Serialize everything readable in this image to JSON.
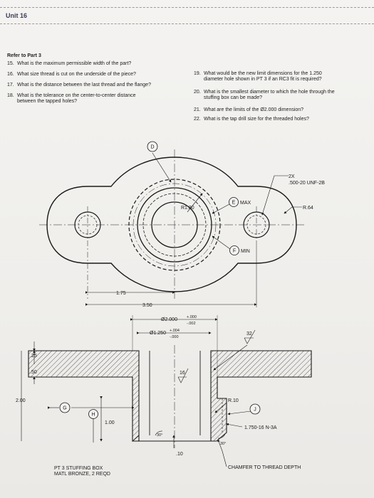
{
  "unit_title": "Unit 16",
  "refer": "Refer to Part 3",
  "questions_left": [
    {
      "num": "15.",
      "text": "What is the maximum permissible width of the part?",
      "cont": ""
    },
    {
      "num": "16.",
      "text": "What size thread is cut on the underside of the piece?",
      "cont": ""
    },
    {
      "num": "17.",
      "text": "What is the distance between the last thread and the flange?",
      "cont": ""
    },
    {
      "num": "18.",
      "text": "What is the tolerance on the center-to-center distance",
      "cont": "between the tapped holes?"
    }
  ],
  "questions_right": [
    {
      "num": "19.",
      "text": "What would be the new limit dimensions for the 1.250",
      "cont": "diameter hole shown in PT 3 if an RC3 fit is required?"
    },
    {
      "num": "20.",
      "text": "What is the smallest diameter to which the hole through the",
      "cont": "stuffing box can be made?"
    },
    {
      "num": "21.",
      "text": "What are the limits of the Ø2.000 dimension?",
      "cont": ""
    },
    {
      "num": "22.",
      "text": "What is the tap drill size for the threaded holes?",
      "cont": ""
    }
  ],
  "dims": {
    "bubble_d": "D",
    "bubble_e": "E",
    "bubble_f": "F",
    "bubble_g": "G",
    "bubble_h": "H",
    "bubble_j": "J",
    "max": "MAX",
    "min": "MIN",
    "r130": "R1.30",
    "thread_2x": "2X",
    "thread_spec": ".500-20 UNF-2B",
    "r64": "R.64",
    "d175": "1.75",
    "d350": "3.50",
    "dia2000": "Ø2.000",
    "dia2000_tol_up": "+.000",
    "dia2000_tol_dn": "-.002",
    "dia1250": "Ø1.250",
    "dia1250_tol_up": "+.004",
    "dia1250_tol_dn": "-.000",
    "finish32": "32",
    "finish16": "16",
    "d25": ".25",
    "d50": ".50",
    "d200": "2.00",
    "d100": "1.00",
    "r10": "R.10",
    "thread_bottom": "1.750-16 N-3A",
    "ang30a": "30°",
    "ang30b": "30°",
    "d10": ".10",
    "chamfer_note": "CHAMFER TO THREAD DEPTH"
  },
  "part_label": {
    "line1": "PT 3   STUFFING BOX",
    "line2": "MATL BRONZE,   2 REQD"
  }
}
